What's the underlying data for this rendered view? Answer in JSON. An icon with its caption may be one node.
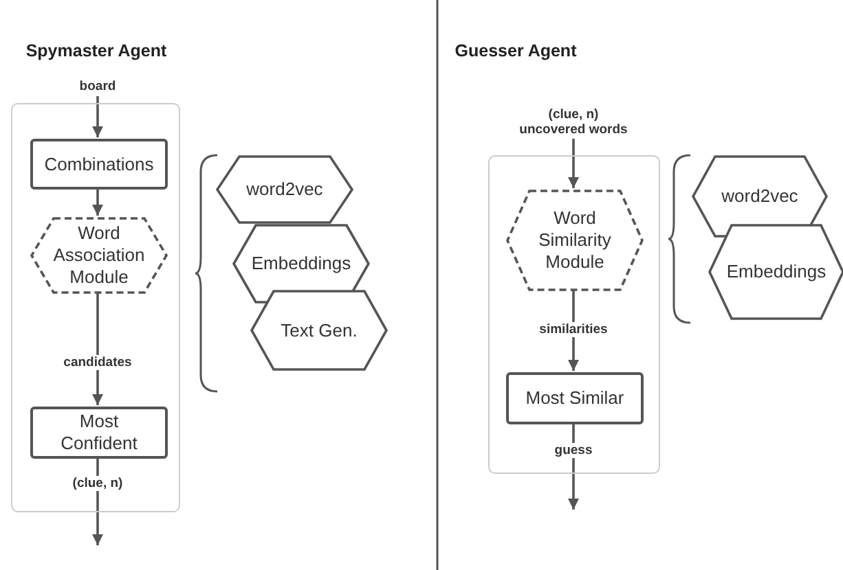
{
  "diagram": {
    "nodes": [
      {
        "text": [],
        "shape": "box"
      },
      {
        "text": [
          "Combinations"
        ],
        "in": 0
      },
      {
        "text": [
          "Word Association Module"
        ],
        "in": 0
      },
      {
        "text": [
          "Most Confident"
        ],
        "in": 0
      },
      {
        "text": [
          "word2vec"
        ]
      },
      {
        "text": [
          "Embeddings"
        ]
      },
      {
        "text": [
          "Text Gen."
        ]
      },
      {
        "text": [],
        "shape": "box"
      },
      {
        "text": [
          "Word Similarity Module"
        ],
        "in": 7
      },
      {
        "text": [
          "Most Similar"
        ],
        "in": 7
      },
      {
        "text": [
          "word2vec"
        ]
      },
      {
        "text": [
          "Embeddings"
        ]
      }
    ],
    "edges": [
      {
        "from": null,
        "to": 1,
        "arrow": "to",
        "label": "board"
      },
      {
        "from": 1,
        "to": 2,
        "arrow": "to"
      },
      {
        "from": 2,
        "to": 3,
        "arrow": "to",
        "label": "candidates"
      },
      {
        "from": 3,
        "to": null,
        "arrow": "to",
        "label": "(clue, n)"
      },
      {
        "from": null,
        "to": 8,
        "arrow": "to",
        "label": "(clue, n) uncovered words"
      },
      {
        "from": 8,
        "to": 9,
        "arrow": "to",
        "label": "similarities"
      },
      {
        "from": 9,
        "to": null,
        "arrow": "to",
        "label": "guess"
      }
    ],
    "labels": [
      "Spymaster Agent",
      "Guesser Agent"
    ]
  }
}
